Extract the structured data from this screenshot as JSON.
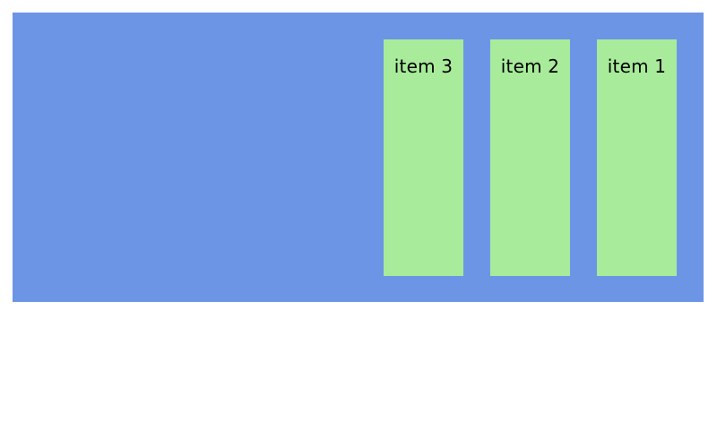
{
  "colors": {
    "container_background": "#6c95e6",
    "item_background": "#a8eb9b",
    "item_text": "#000000",
    "page_background": "#ffffff"
  },
  "items": [
    {
      "label": "item 1"
    },
    {
      "label": "item 2"
    },
    {
      "label": "item 3"
    }
  ]
}
